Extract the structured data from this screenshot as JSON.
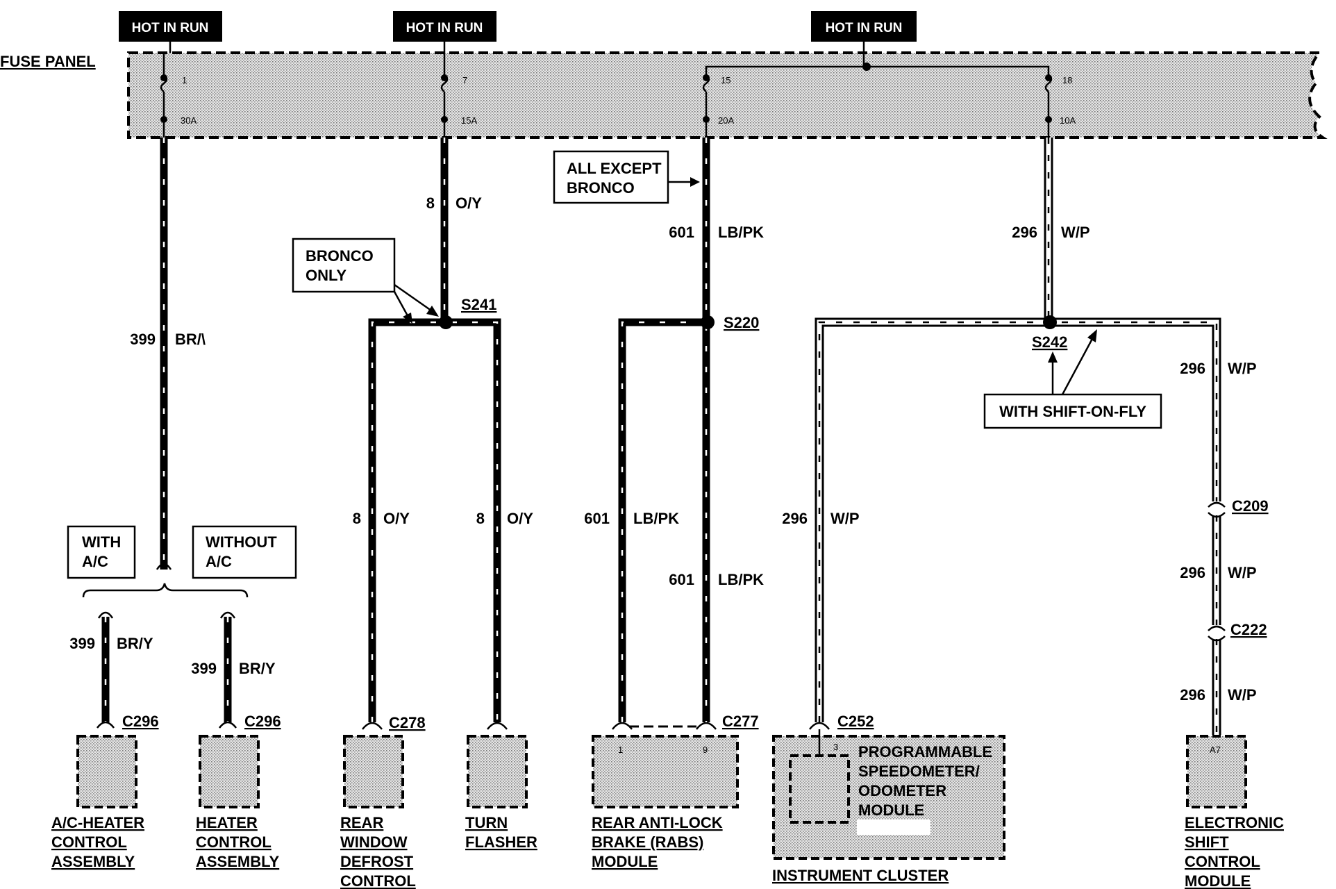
{
  "hot_labels": [
    "HOT IN RUN",
    "HOT IN RUN",
    "HOT IN RUN"
  ],
  "fuse_panel": {
    "title": "FUSE PANEL",
    "fuses": [
      {
        "number": "1",
        "rating": "30A"
      },
      {
        "number": "7",
        "rating": "15A"
      },
      {
        "number": "15",
        "rating": "20A"
      },
      {
        "number": "18",
        "rating": "10A"
      }
    ]
  },
  "notes": {
    "bronco_only": [
      "BRONCO",
      "ONLY"
    ],
    "all_except_bronco": [
      "ALL EXCEPT",
      "BRONCO"
    ],
    "with_ac": [
      "WITH",
      "A/C"
    ],
    "without_ac": [
      "WITHOUT",
      "A/C"
    ],
    "with_shift_on_fly": "WITH SHIFT-ON-FLY"
  },
  "splices": {
    "s241": "S241",
    "s220": "S220",
    "s242": "S242"
  },
  "connectors": {
    "c296a": "C296",
    "c296b": "C296",
    "c278": "C278",
    "c277": "C277",
    "c252": "C252",
    "c209": "C209",
    "c222": "C222"
  },
  "pins": {
    "rabs_1": "1",
    "rabs_9": "9",
    "cluster_3": "3",
    "esc_a7": "A7"
  },
  "wire_labels": {
    "w399_main": {
      "circuit": "399",
      "color": "BR/\\"
    },
    "w399_a": {
      "circuit": "399",
      "color": "BR/Y"
    },
    "w399_b": {
      "circuit": "399",
      "color": "BR/Y"
    },
    "w8_top": {
      "circuit": "8",
      "color": "O/Y"
    },
    "w8_left": {
      "circuit": "8",
      "color": "O/Y"
    },
    "w8_right": {
      "circuit": "8",
      "color": "O/Y"
    },
    "w601_top": {
      "circuit": "601",
      "color": "LB/PK"
    },
    "w601_left": {
      "circuit": "601",
      "color": "LB/PK"
    },
    "w601_right": {
      "circuit": "601",
      "color": "LB/PK"
    },
    "w296_top": {
      "circuit": "296",
      "color": "W/P"
    },
    "w296_left": {
      "circuit": "296",
      "color": "W/P"
    },
    "w296_r1": {
      "circuit": "296",
      "color": "W/P"
    },
    "w296_r2": {
      "circuit": "296",
      "color": "W/P"
    },
    "w296_r3": {
      "circuit": "296",
      "color": "W/P"
    }
  },
  "components": {
    "ac_heater": [
      "A/C-HEATER",
      "CONTROL",
      "ASSEMBLY"
    ],
    "heater": [
      "HEATER",
      "CONTROL",
      "ASSEMBLY"
    ],
    "rear_defrost": [
      "REAR",
      "WINDOW",
      "DEFROST",
      "CONTROL"
    ],
    "turn_flasher": [
      "TURN",
      "FLASHER"
    ],
    "rabs": [
      "REAR ANTI-LOCK",
      "BRAKE (RABS)",
      "MODULE"
    ],
    "speedo": [
      "PROGRAMMABLE",
      "SPEEDOMETER/",
      "ODOMETER",
      "MODULE"
    ],
    "cluster": "INSTRUMENT CLUSTER",
    "esc": [
      "ELECTRONIC",
      "SHIFT",
      "CONTROL",
      "MODULE"
    ]
  }
}
